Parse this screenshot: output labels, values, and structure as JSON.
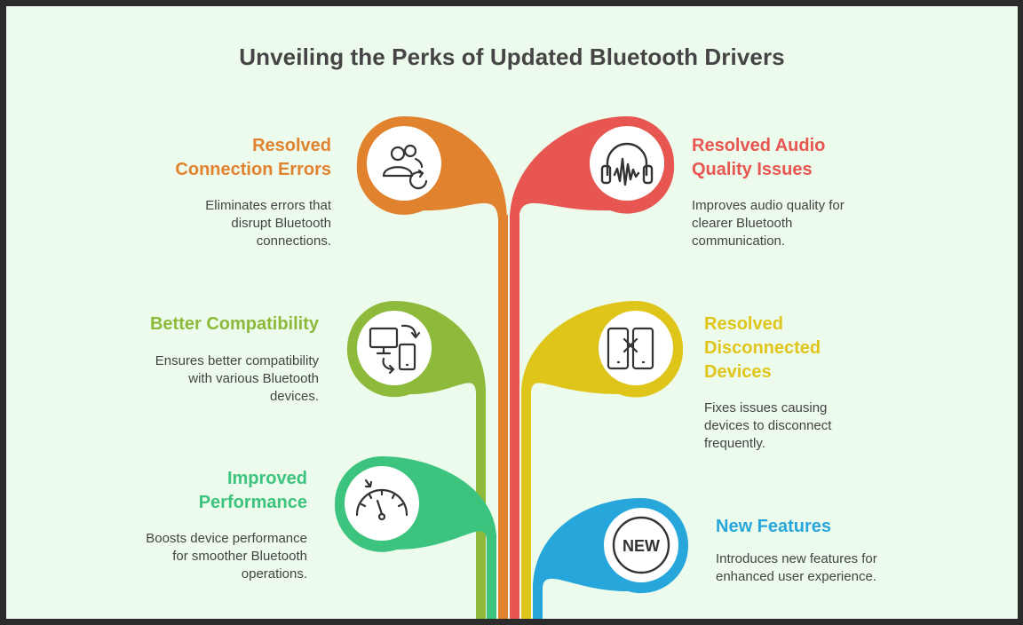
{
  "title": "Unveiling the Perks of Updated Bluetooth Drivers",
  "colors": {
    "background": "#edfbec",
    "orange": "#e1822e",
    "red": "#e75650",
    "green": "#8dba3a",
    "yellow": "#dfc519",
    "teal": "#3cc47e",
    "blue": "#27a6dc"
  },
  "items": [
    {
      "id": "connection-errors",
      "heading": "Resolved\nConnection Errors",
      "description": "Eliminates errors that\ndisrupt Bluetooth\nconnections.",
      "icon": "users-refresh-icon",
      "color": "#e1822e"
    },
    {
      "id": "audio-quality",
      "heading": "Resolved Audio\nQuality Issues",
      "description": "Improves audio quality for\nclearer Bluetooth\ncommunication.",
      "icon": "headphones-audio-icon",
      "color": "#e75650"
    },
    {
      "id": "compatibility",
      "heading": "Better Compatibility",
      "description": "Ensures better compatibility\nwith various Bluetooth\ndevices.",
      "icon": "devices-sync-icon",
      "color": "#8dba3a"
    },
    {
      "id": "disconnected-devices",
      "heading": "Resolved\nDisconnected\nDevices",
      "description": "Fixes issues causing\ndevices to disconnect\nfrequently.",
      "icon": "phones-disconnect-icon",
      "color": "#dfc519"
    },
    {
      "id": "performance",
      "heading": "Improved\nPerformance",
      "description": "Boosts device performance\nfor smoother Bluetooth\noperations.",
      "icon": "speedometer-icon",
      "color": "#3cc47e"
    },
    {
      "id": "new-features",
      "heading": "New Features",
      "description": "Introduces new features for\nenhanced user experience.",
      "icon": "new-badge-icon",
      "color": "#27a6dc",
      "badge_text": "NEW"
    }
  ]
}
